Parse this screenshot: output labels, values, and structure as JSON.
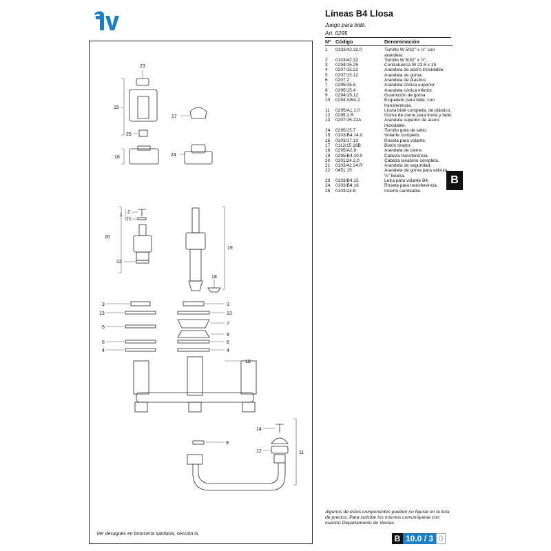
{
  "header": {
    "title": "Líneas B4 Llosa",
    "subtitle": "Juego para bidé.",
    "article": "Art. 0295"
  },
  "brand": {
    "logo_text": "fv",
    "color": "#1a7fc4"
  },
  "section_tab": "B",
  "parts_table": {
    "headers": [
      "Nº",
      "Código",
      "Denominación"
    ],
    "rows": [
      [
        "1",
        "0103/42.32.0",
        "Tornillo W 5/32\" x ½\" con arandela."
      ],
      [
        "2",
        "0103/42.32",
        "Tornillo W 5/32\" x ½\"."
      ],
      [
        "3",
        "0294/15.25",
        "Contratuerca W 23.5 x 19"
      ],
      [
        "4",
        "0207/15.22",
        "Arandela de acero inoxidable."
      ],
      [
        "5",
        "0207/15.12",
        "Arandela de goma."
      ],
      [
        "6",
        "0207.2",
        "Arandela de plástico."
      ],
      [
        "7",
        "0295/15.5",
        "Arandela cónica superior."
      ],
      [
        "8",
        "0295/15.4",
        "Arandela cónica inferior."
      ],
      [
        "9",
        "0294/15.12",
        "Guarnición de goma"
      ],
      [
        "10",
        "0294.0/B4.2",
        "Esqueleto para bidé, con transferencia."
      ],
      [
        "11",
        "0295/A1.1.0",
        "Lluvia bidé completa, de plástico."
      ],
      [
        "12",
        "0295.2.R",
        "Goma de cierre para lluvia y bidé."
      ],
      [
        "13",
        "0207/15.22A",
        "Arandela superior de acero inoxidable."
      ],
      [
        "14",
        "0295/15.7",
        "Tornillo gota de sebo."
      ],
      [
        "15",
        "0103/B4.14.0",
        "Volante completo."
      ],
      [
        "16",
        "0103/17.13",
        "Roseta para volante."
      ],
      [
        "17",
        "0112/15.16B",
        "Botón tirador."
      ],
      [
        "18",
        "0295/A2.9",
        "Arandela de cierre."
      ],
      [
        "19",
        "0295/B4.10.0",
        "Cabeza transferencia."
      ],
      [
        "20",
        "0201/24.2.0",
        "Cabeza lavatorio completa."
      ],
      [
        "21",
        "0103/42.24.R",
        "Arandela de seguridad."
      ],
      [
        "22",
        "0451.15",
        "Arandela de goma para válvula ½\" liviana."
      ],
      [
        "23",
        "0103/B4.15",
        "Letra para volante B4."
      ],
      [
        "24",
        "0103/B4.16",
        "Roseta para transferencia."
      ],
      [
        "25",
        "0103/24.8",
        "Inserto cambiable."
      ]
    ]
  },
  "drawing_labels": {
    "l23": "23",
    "l15": "15",
    "l17": "17",
    "l25": "25",
    "l16": "16",
    "l24": "24",
    "l1": "1",
    "l2": "2",
    "l21": "21",
    "l20": "20",
    "l22": "22",
    "l19": "19",
    "l18": "18",
    "l3a": "3",
    "l3b": "3",
    "l13a": "13",
    "l13b": "13",
    "l5": "5",
    "l7": "7",
    "l8": "8",
    "l6a": "6",
    "l6b": "6",
    "l4a": "4",
    "l4b": "4",
    "l10": "10",
    "l14": "14",
    "l9": "9",
    "l12": "12",
    "l11": "11"
  },
  "footnote_left": "Ver desagües en broncería sanitaria, sección G.",
  "note_right": "Algunos de estos componentes pueden no figurar en la lista de precios. Para solicitar los mismos comuníquese con nuestro Departamento de Ventas.",
  "page_box": {
    "letter": "B",
    "number": "10.0 / 3",
    "zero": "0"
  }
}
